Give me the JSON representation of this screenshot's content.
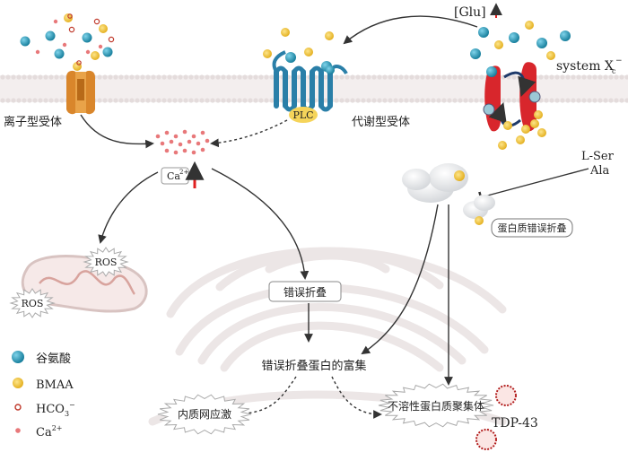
{
  "labels": {
    "glu_increase": "[Glu]",
    "system_xc_main": "system X",
    "system_xc_sub": "c",
    "system_xc_sup": "−",
    "ionotropic_receptor": "离子型受体",
    "metabotropic_receptor": "代谢型受体",
    "plc": "PLC",
    "calcium": "Ca",
    "calcium_charge": "2+",
    "l_ser": "L-Ser",
    "ala": "Ala",
    "protein_misfolding": "蛋白质错误折叠",
    "misfolding": "错误折叠",
    "misfolded_enrichment": "错误折叠蛋白的富集",
    "er_stress": "内质网应激",
    "insoluble_aggregates": "不溶性蛋白质聚集体",
    "tdp43": "TDP-43",
    "ros_1": "ROS",
    "ros_2": "ROS"
  },
  "legend": {
    "items": [
      {
        "key": "glu",
        "label": "谷氨酸"
      },
      {
        "key": "bmaa",
        "label": "BMAA"
      },
      {
        "key": "hco3",
        "label": "HCO",
        "sub": "3",
        "sup": "−"
      },
      {
        "key": "ca",
        "label": "Ca",
        "sup": "2+"
      }
    ]
  },
  "colors": {
    "glutamate": "#1a9fc0",
    "bmaa": "#f2c21d",
    "hco3": "#c0392b",
    "calcium": "#e8787a",
    "red_arrow": "#e02020",
    "receptor_blue": "#2a7fa8",
    "ionotropic_orange": "#d9862b",
    "transporter_red": "#d8262c",
    "plc_yellow": "#f5d45a"
  }
}
